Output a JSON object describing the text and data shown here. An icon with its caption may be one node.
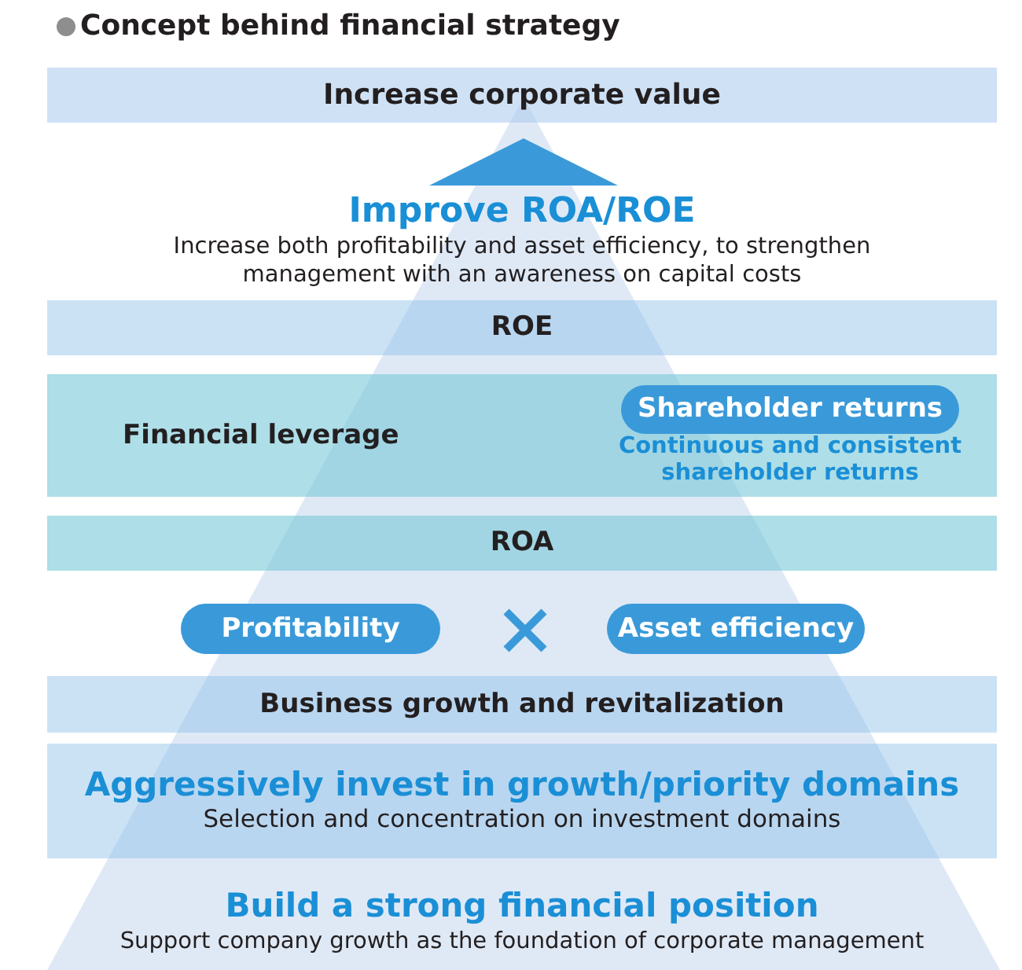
{
  "diagram": {
    "title": "Concept behind financial strategy",
    "nodes": [
      {
        "text": [
          "Increase corporate value"
        ]
      },
      {
        "text": [
          "Improve ROA/ROE",
          "Increase both profitability and asset efficiency, to strengthen management with an awareness on capital costs"
        ]
      },
      {
        "text": [
          "ROE"
        ]
      },
      {
        "text": [
          "Financial leverage"
        ]
      },
      {
        "text": [
          "Shareholder returns"
        ],
        "in": 3,
        "beside": [
          "Continuous and consistent shareholder returns"
        ]
      },
      {
        "text": [
          "ROA"
        ]
      },
      {
        "text": [
          "Profitability"
        ]
      },
      {
        "text": [
          "Asset efficiency"
        ]
      },
      {
        "text": [
          "Business growth and revitalization"
        ]
      },
      {
        "text": [
          "Aggressively invest in growth/priority domains",
          "Selection and concentration on investment domains"
        ]
      },
      {
        "text": [
          "Build a strong financial position",
          "Support company growth as the foundation of corporate management"
        ]
      }
    ],
    "edges": [
      {
        "from": 1,
        "to": 0,
        "arrow": "to"
      }
    ]
  }
}
